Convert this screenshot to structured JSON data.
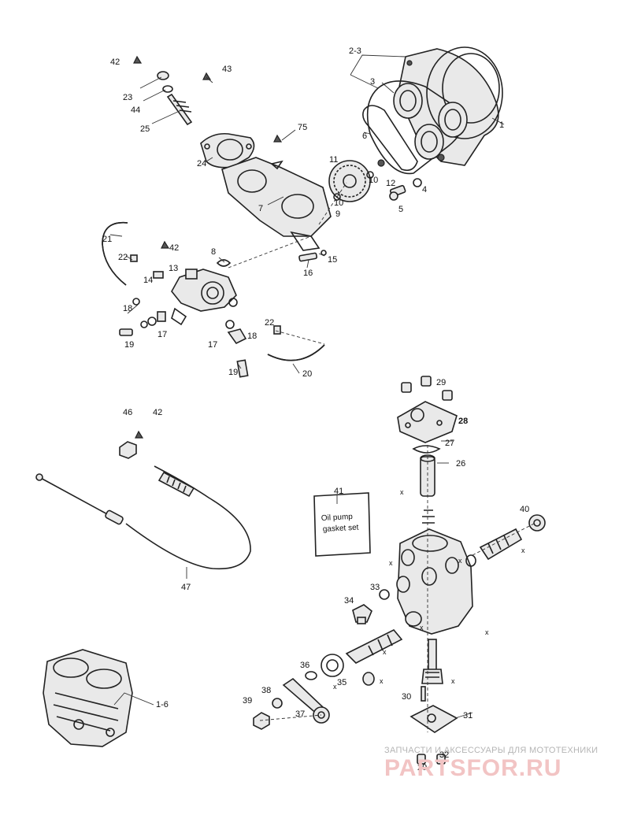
{
  "callouts": [
    {
      "id": "c42a",
      "text": "42"
    },
    {
      "id": "c43",
      "text": "43"
    },
    {
      "id": "c23",
      "text": "23"
    },
    {
      "id": "c44",
      "text": "44"
    },
    {
      "id": "c25",
      "text": "25"
    },
    {
      "id": "c24",
      "text": "24"
    },
    {
      "id": "c75",
      "text": "75"
    },
    {
      "id": "c7",
      "text": "7"
    },
    {
      "id": "c23r",
      "text": "2-3"
    },
    {
      "id": "c3",
      "text": "3"
    },
    {
      "id": "c1",
      "text": "1"
    },
    {
      "id": "c6",
      "text": "6"
    },
    {
      "id": "c11",
      "text": "11"
    },
    {
      "id": "c10a",
      "text": "10"
    },
    {
      "id": "c12",
      "text": "12"
    },
    {
      "id": "c4",
      "text": "4"
    },
    {
      "id": "c5",
      "text": "5"
    },
    {
      "id": "c10b",
      "text": "10"
    },
    {
      "id": "c9",
      "text": "9"
    },
    {
      "id": "c21",
      "text": "21"
    },
    {
      "id": "c22a",
      "text": "22"
    },
    {
      "id": "c42b",
      "text": "42"
    },
    {
      "id": "c8",
      "text": "8"
    },
    {
      "id": "c13",
      "text": "13"
    },
    {
      "id": "c14",
      "text": "14"
    },
    {
      "id": "c15",
      "text": "15"
    },
    {
      "id": "c16",
      "text": "16"
    },
    {
      "id": "c18a",
      "text": "18"
    },
    {
      "id": "c19a",
      "text": "19"
    },
    {
      "id": "c17a",
      "text": "17"
    },
    {
      "id": "c22b",
      "text": "22"
    },
    {
      "id": "c17b",
      "text": "17"
    },
    {
      "id": "c18b",
      "text": "18"
    },
    {
      "id": "c19b",
      "text": "19"
    },
    {
      "id": "c20",
      "text": "20"
    },
    {
      "id": "c29a",
      "text": "29"
    },
    {
      "id": "c28",
      "text": "28"
    },
    {
      "id": "c27",
      "text": "27"
    },
    {
      "id": "c26",
      "text": "26"
    },
    {
      "id": "c46",
      "text": "46"
    },
    {
      "id": "c42c",
      "text": "42"
    },
    {
      "id": "c41",
      "text": "41"
    },
    {
      "id": "c40",
      "text": "40"
    },
    {
      "id": "c47",
      "text": "47"
    },
    {
      "id": "c33",
      "text": "33"
    },
    {
      "id": "c34",
      "text": "34"
    },
    {
      "id": "c36",
      "text": "36"
    },
    {
      "id": "c35",
      "text": "35"
    },
    {
      "id": "c38",
      "text": "38"
    },
    {
      "id": "c39",
      "text": "39"
    },
    {
      "id": "c37",
      "text": "37"
    },
    {
      "id": "c30",
      "text": "30"
    },
    {
      "id": "c31",
      "text": "31"
    },
    {
      "id": "c32",
      "text": "32"
    },
    {
      "id": "c29b",
      "text": "29"
    },
    {
      "id": "c16b",
      "text": "1-6"
    }
  ],
  "gasket_set_label": [
    "Oil pump",
    "gasket set"
  ],
  "cross_mark": "x",
  "watermark": {
    "tagline": "ЗАПЧАСТИ И АКСЕССУАРЫ ДЛЯ МОТОТЕХНИКИ",
    "brand": "PARTSFOR.RU"
  },
  "colors": {
    "line": "#222222",
    "watermark_tagline": "#b5b5b5",
    "watermark_brand": "#f2c4c4"
  }
}
